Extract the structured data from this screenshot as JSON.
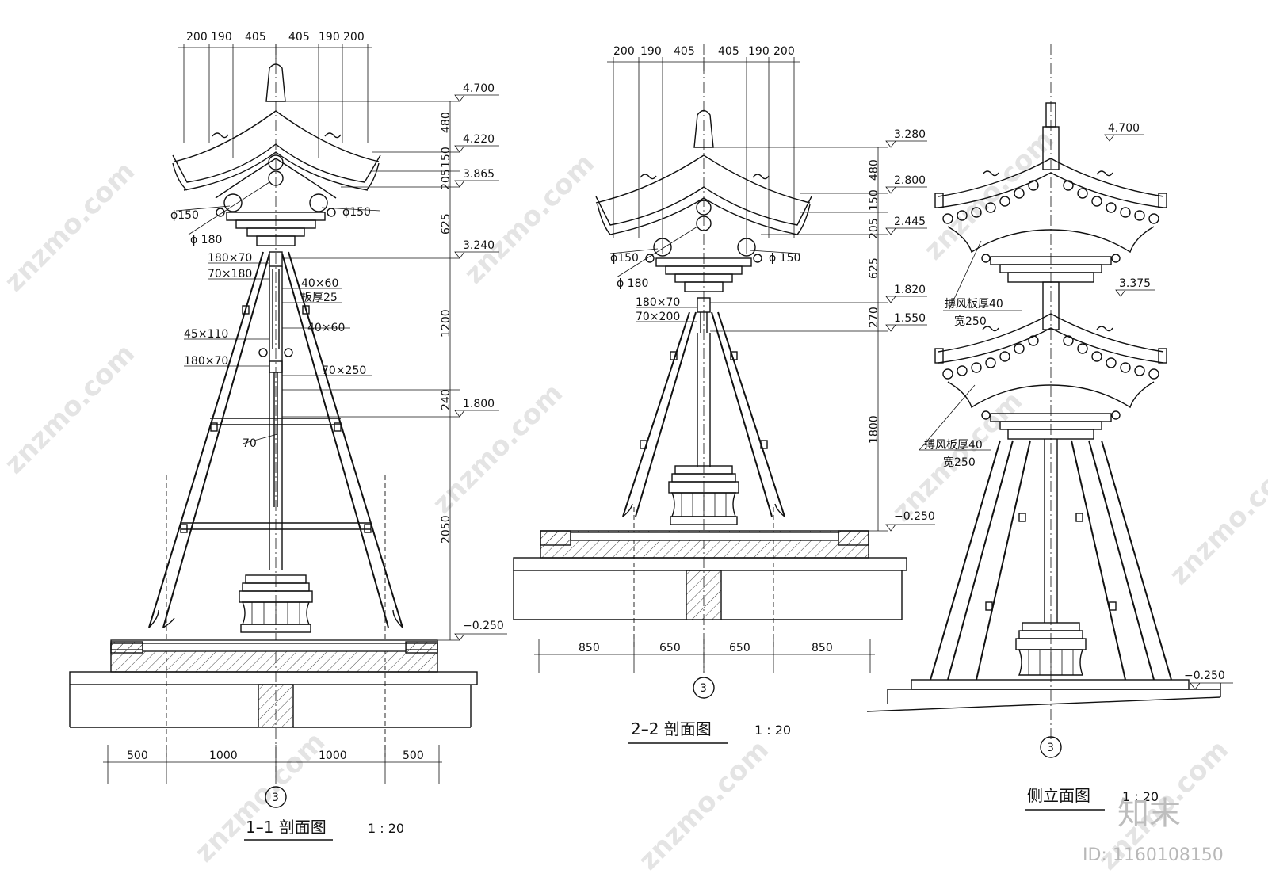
{
  "watermark": {
    "site": "znzmo.com",
    "brand": "知末",
    "id": "ID: 1160108150"
  },
  "section_1": {
    "title": "1–1 剖面图",
    "scale": "1 : 20",
    "axis": "3",
    "top_dims": [
      "200",
      "190",
      "405",
      "405",
      "190",
      "200"
    ],
    "bottom_dims": [
      "500",
      "1000",
      "1000",
      "500"
    ],
    "vert_dims": [
      "480",
      "150",
      "205",
      "625",
      "1200",
      "240",
      "2050"
    ],
    "elevations": [
      "4.700",
      "4.220",
      "3.865",
      "3.240",
      "1.800",
      "−0.250"
    ],
    "labels": {
      "phi150_left": "ϕ150",
      "phi150_right": "ϕ150",
      "phi180": "ϕ 180",
      "a1": "180×70",
      "a2": "70×180",
      "a3": "40×60",
      "a4": "板厚25",
      "a5": "40×60",
      "a6": "45×110",
      "a7": "180×70",
      "a8": "70×250",
      "a9": "70"
    }
  },
  "section_2": {
    "title": "2–2 剖面图",
    "scale": "1 : 20",
    "axis": "3",
    "top_dims": [
      "200",
      "190",
      "405",
      "405",
      "190",
      "200"
    ],
    "bottom_dims": [
      "850",
      "650",
      "650",
      "850"
    ],
    "vert_dims": [
      "480",
      "150",
      "205",
      "625",
      "270",
      "1800"
    ],
    "elevations": [
      "3.280",
      "2.800",
      "2.445",
      "1.820",
      "1.550",
      "−0.250"
    ],
    "labels": {
      "phi150_left": "ϕ150",
      "phi150_right": "ϕ 150",
      "phi180": "ϕ 180",
      "a1": "180×70",
      "a2": "70×200"
    }
  },
  "side_elevation": {
    "title": "侧立面图",
    "scale": "1 : 20",
    "axis": "3",
    "elevations": [
      "4.700",
      "3.375",
      "−0.250"
    ],
    "labels": {
      "board1_a": "搏风板厚40",
      "board1_b": "宽250",
      "board2_a": "搏风板厚40",
      "board2_b": "宽250"
    }
  }
}
